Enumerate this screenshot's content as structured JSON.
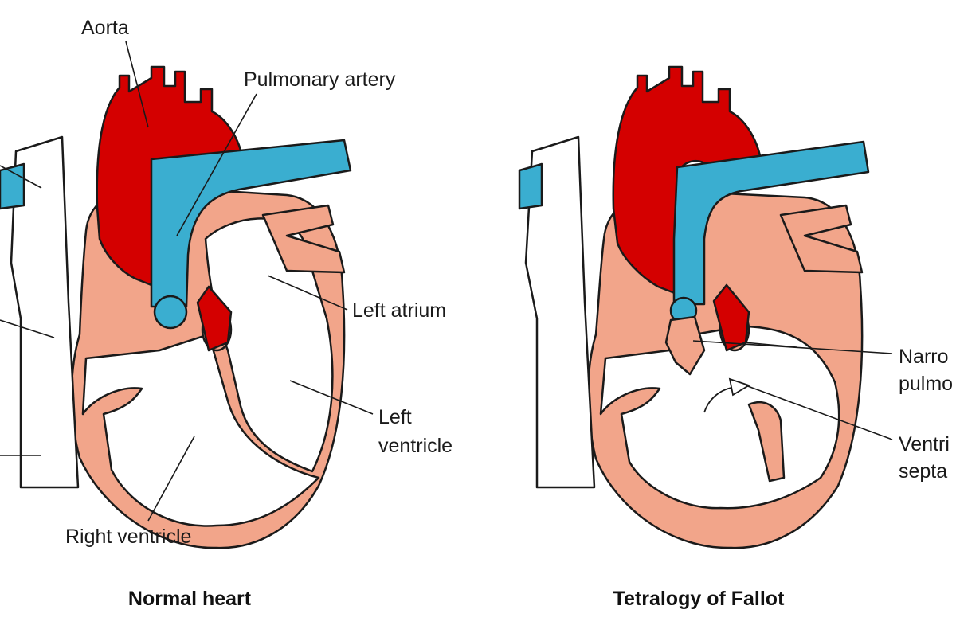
{
  "colors": {
    "tissue": "#f2a58a",
    "oxygenated_blood": "#d40000",
    "deoxygenated_blood": "#3aaed0",
    "outline": "#1a1a1a"
  },
  "normal_heart": {
    "caption": "Normal heart",
    "labels": {
      "aorta": "Aorta",
      "pulmonary_artery": "Pulmonary artery",
      "left_atrium": "Left atrium",
      "left_ventricle_line1": "Left",
      "left_ventricle_line2": "ventricle",
      "right_ventricle": "Right ventricle"
    }
  },
  "tetralogy": {
    "caption": "Tetralogy of Fallot",
    "labels": {
      "narrowed_line1": "Narro",
      "narrowed_line2": "pulmo",
      "ventricular_line1": "Ventri",
      "ventricular_line2": "septa"
    }
  }
}
